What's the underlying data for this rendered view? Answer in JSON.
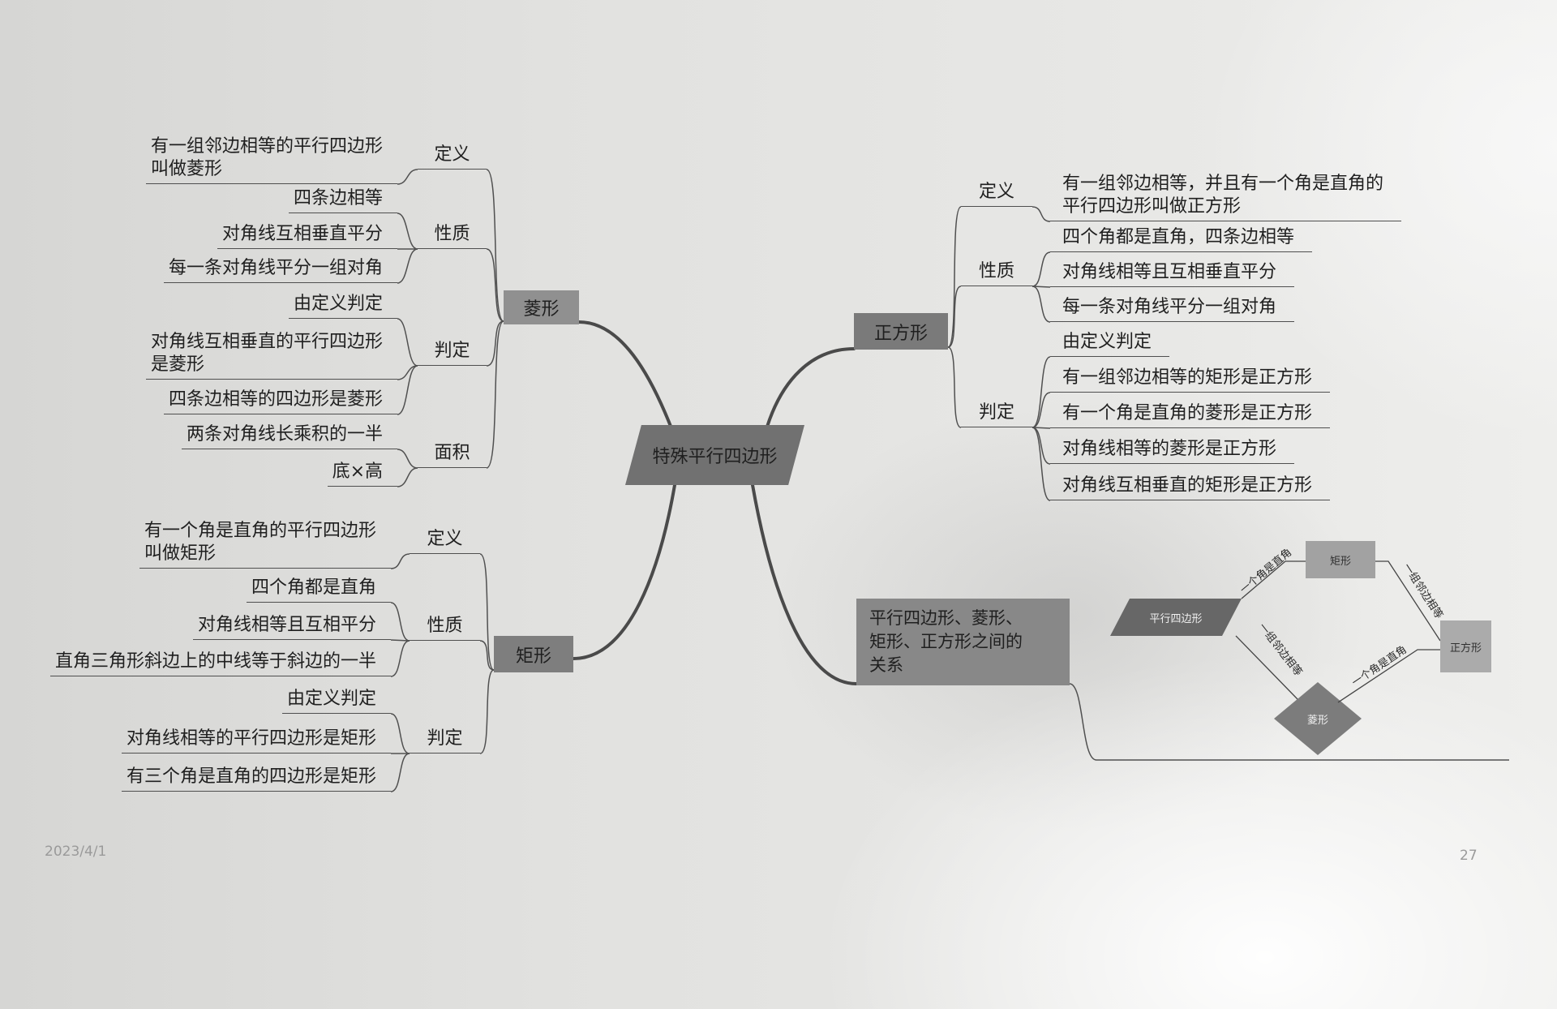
{
  "central_topic": "特殊平行四边形",
  "rhombus": {
    "title": "菱形",
    "definition": {
      "label": "定义",
      "items": [
        "有一组邻边相等的平行四边形\n叫做菱形"
      ]
    },
    "properties": {
      "label": "性质",
      "items": [
        "四条边相等",
        "对角线互相垂直平分",
        "每一条对角线平分一组对角"
      ]
    },
    "criteria": {
      "label": "判定",
      "items": [
        "由定义判定",
        "对角线互相垂直的平行四边形\n是菱形",
        "四条边相等的四边形是菱形"
      ]
    },
    "area": {
      "label": "面积",
      "items": [
        "两条对角线长乘积的一半",
        "底×高"
      ]
    }
  },
  "rectangle": {
    "title": "矩形",
    "definition": {
      "label": "定义",
      "items": [
        "有一个角是直角的平行四边形\n叫做矩形"
      ]
    },
    "properties": {
      "label": "性质",
      "items": [
        "四个角都是直角",
        "对角线相等且互相平分",
        "直角三角形斜边上的中线等于斜边的一半"
      ]
    },
    "criteria": {
      "label": "判定",
      "items": [
        "由定义判定",
        "对角线相等的平行四边形是矩形",
        "有三个角是直角的四边形是矩形"
      ]
    }
  },
  "square": {
    "title": "正方形",
    "definition": {
      "label": "定义",
      "items": [
        "有一组邻边相等，并且有一个角是直角的\n平行四边形叫做正方形"
      ]
    },
    "properties": {
      "label": "性质",
      "items": [
        "四个角都是直角，四条边相等",
        "对角线相等且互相垂直平分",
        "每一条对角线平分一组对角"
      ]
    },
    "criteria": {
      "label": "判定",
      "items": [
        "由定义判定",
        "有一组邻边相等的矩形是正方形",
        "有一个角是直角的菱形是正方形",
        "对角线相等的菱形是正方形",
        "对角线互相垂直的矩形是正方形"
      ]
    }
  },
  "relationship": {
    "title": "平行四边形、菱形、\n矩形、正方形之间的\n关系",
    "nodes": {
      "parallelogram": "平行四边形",
      "rectangle": "矩形",
      "rhombus": "菱形",
      "square": "正方形"
    },
    "edges": {
      "parallelogram_to_rectangle": "一个角是直角",
      "rectangle_to_square": "一组邻边相等",
      "parallelogram_to_rhombus": "一组邻边相等",
      "rhombus_to_square": "一个角是直角"
    }
  },
  "footer": {
    "date": "2023/4/1",
    "page_number": "27"
  },
  "colors": {
    "ink": "#1f1f1f",
    "line": "#4f4f4f",
    "central_fill": "#717171",
    "topic_fill": "#888888"
  }
}
